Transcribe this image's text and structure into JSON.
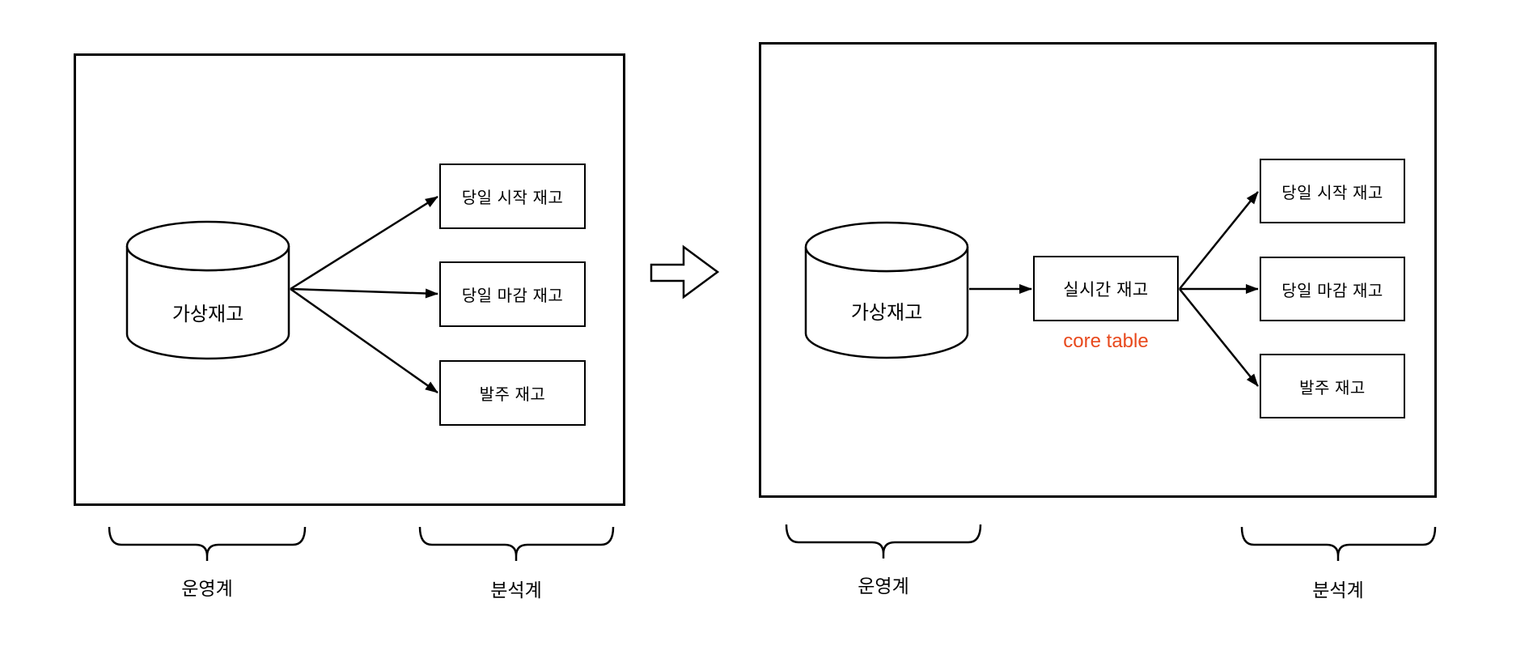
{
  "diagram": {
    "before": {
      "database_label": "가상재고",
      "outputs": [
        "당일 시작 재고",
        "당일 마감 재고",
        "발주 재고"
      ],
      "group_left": "운영계",
      "group_right": "분석계"
    },
    "after": {
      "database_label": "가상재고",
      "core_table_label": "실시간 재고",
      "core_table_annotation": "core table",
      "annotation_color": "#E8491D",
      "outputs": [
        "당일 시작 재고",
        "당일 마감 재고",
        "발주 재고"
      ],
      "group_left": "운영계",
      "group_right": "분석계"
    },
    "colors": {
      "stroke": "#000000",
      "background": "#FFFFFF"
    }
  }
}
